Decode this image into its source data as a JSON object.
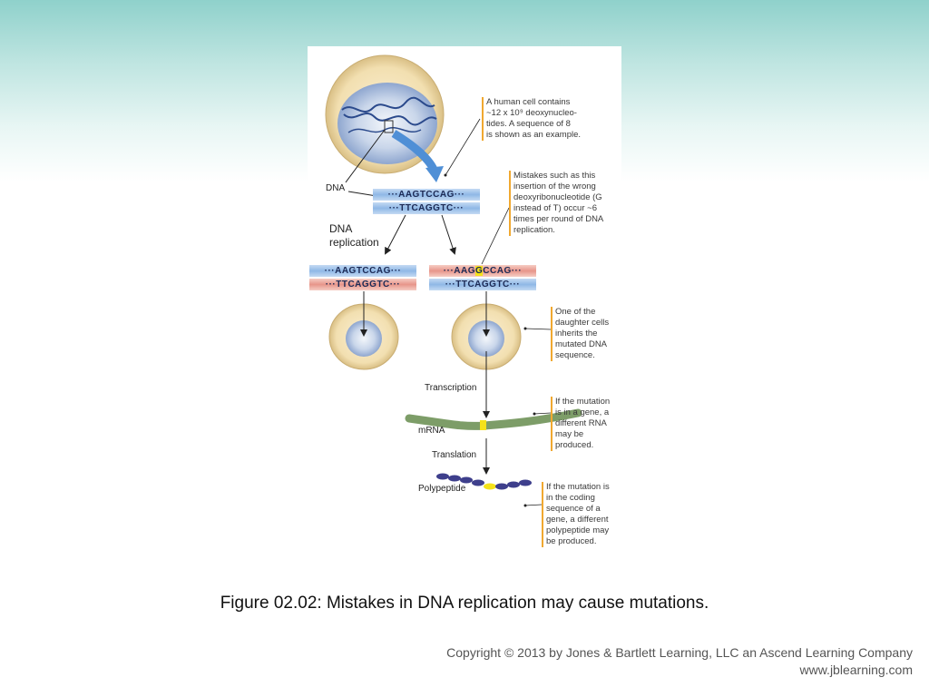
{
  "figure": {
    "dna_label": "DNA",
    "replication_label": "DNA\nreplication",
    "original_top": "···AAGTCCAG···",
    "original_bottom": "···TTCAGGTC···",
    "left_top": "···AAGTCCAG···",
    "left_bottom": "···TTCAGGTC···",
    "right_top_pre": "···AAG",
    "right_top_mut": "G",
    "right_top_post": "CCAG···",
    "right_bottom": "···TTCAGGTC···",
    "transcription_label": "Transcription",
    "mrna_label": "mRNA",
    "translation_label": "Translation",
    "polypeptide_label": "Polypeptide"
  },
  "notes": {
    "cell_contains": "A human cell contains\n~12 x 10⁹ deoxynucleo-\ntides. A sequence of 8\nis shown as an example.",
    "mistakes": "Mistakes such as this\ninsertion of the wrong\ndeoxyribonucleotide (G\ninstead of T) occur ~6\ntimes per round of DNA\nreplication.",
    "daughter": "One of the\ndaughter cells\ninherits the\nmutated DNA\nsequence.",
    "gene": "If the mutation\nis in a gene, a\ndifferent RNA\nmay be\nproduced.",
    "coding": "If the mutation is\nin the coding\nsequence of a\ngene, a different\npolypeptide may\nbe produced."
  },
  "caption": "Figure 02.02: Mistakes in DNA replication may cause mutations.",
  "copyright": {
    "line1": "Copyright © 2013 by Jones & Bartlett Learning, LLC an Ascend Learning Company",
    "line2": "www.jblearning.com"
  },
  "colors": {
    "accent_bar": "#f0a830",
    "mutation": "#f5e21a",
    "header_gradient": "#8fd1cb"
  }
}
